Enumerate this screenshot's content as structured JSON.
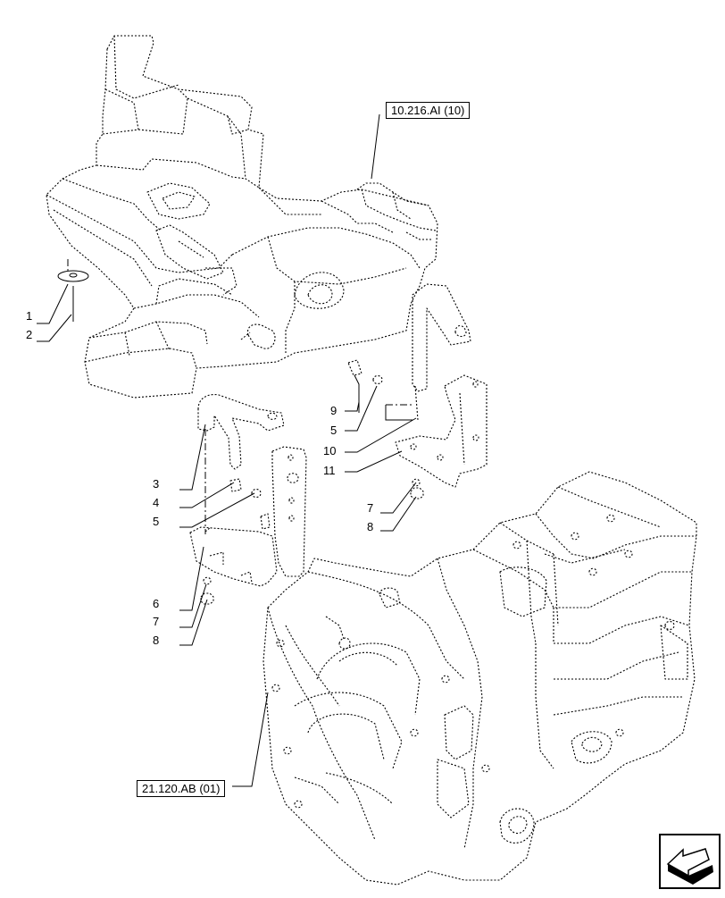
{
  "references": {
    "top_ref": "10.216.AI (10)",
    "bottom_ref": "21.120.AB (01)"
  },
  "callouts": {
    "c1": "1",
    "c2": "2",
    "c3": "3",
    "c4": "4",
    "c5a": "5",
    "c6": "6",
    "c7a": "7",
    "c8a": "8",
    "c9": "9",
    "c5b": "5",
    "c10": "10",
    "c11": "11",
    "c7b": "7",
    "c8b": "8"
  },
  "colors": {
    "line": "#000000",
    "background": "#ffffff"
  },
  "icons": {
    "navigation": "next-page-arrow-icon"
  }
}
